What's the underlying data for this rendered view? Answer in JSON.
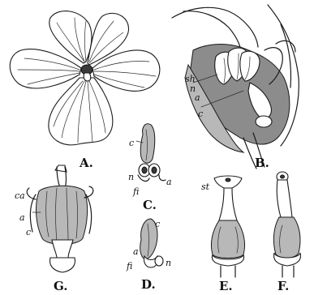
{
  "figures": {
    "A": {
      "label": "A."
    },
    "B": {
      "label": "B.",
      "parts": {
        "sh": "sh",
        "n": "n",
        "a": "a",
        "c": "c"
      }
    },
    "C": {
      "label": "C.",
      "parts": {
        "c": "c",
        "n": "n",
        "fi": "fi",
        "a": "a"
      }
    },
    "D": {
      "label": "D.",
      "parts": {
        "c": "c",
        "a": "a",
        "fi": "fi",
        "n": "n"
      }
    },
    "E": {
      "label": "E.",
      "parts": {
        "st": "st"
      }
    },
    "F": {
      "label": "F."
    },
    "G": {
      "label": "G.",
      "parts": {
        "ca": "ca",
        "a": "a",
        "c": "c"
      }
    }
  }
}
